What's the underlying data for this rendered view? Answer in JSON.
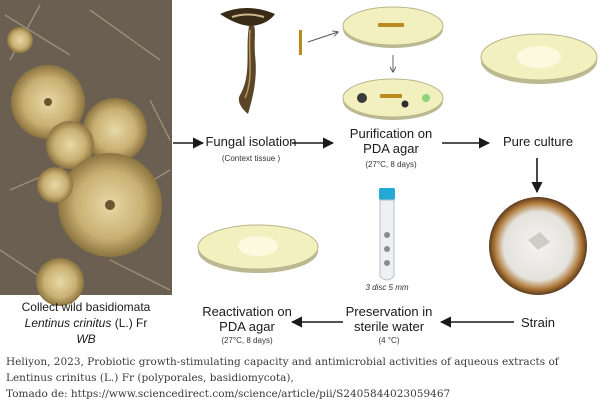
{
  "steps": {
    "fungal_isolation": {
      "label": "Fungal isolation",
      "note": "(Context tissue )"
    },
    "purification": {
      "line1": "Purification on",
      "line2": "PDA agar",
      "note": "(27°C, 8 days)"
    },
    "pure_culture": {
      "label": "Pure culture"
    },
    "strain": {
      "label": "Strain"
    },
    "preservation": {
      "line1": "Preservation in",
      "line2": "sterile water",
      "note": "(4 °C)"
    },
    "reactivation": {
      "line1": "Reactivation on",
      "line2": "PDA agar",
      "note": "(27°C, 8 days)"
    },
    "discs": {
      "note": "3 disc 5 mm"
    }
  },
  "specimen": {
    "line1": "Collect wild basidiomata",
    "species": "Lentinus crinitus",
    "authority": " (L.) Fr",
    "code": "WB"
  },
  "caption": {
    "line1": "Heliyon, 2023, Probiotic growth-stimulating capacity and antimicrobial activities of aqueous extracts of",
    "line2": "Lentinus crinitus (L.) Fr (polyporales, basidiomycota),",
    "line3": "Tomado de: https://www.sciencedirect.com/science/article/pii/S2405844023059467"
  },
  "colors": {
    "agar": "#f3f0c0",
    "agar_edge": "#b9b58a",
    "arrow": "#1a1a1a",
    "tube_cap": "#22a9d6",
    "tissue_bar": "#b98a1d"
  }
}
